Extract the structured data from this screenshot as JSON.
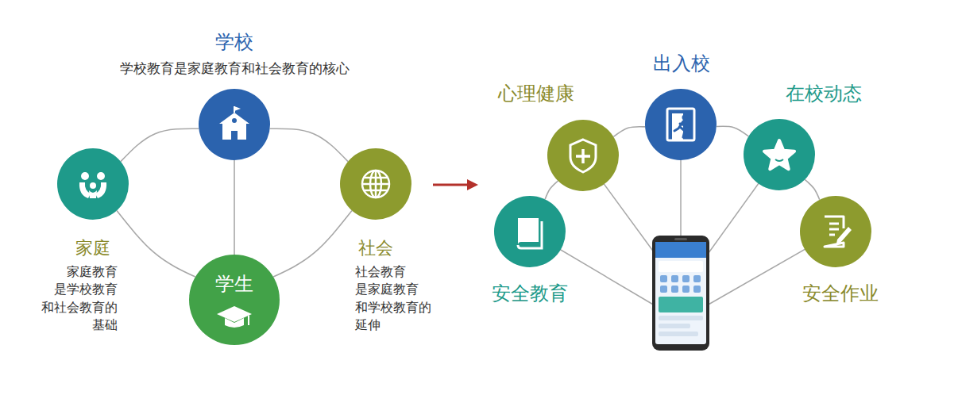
{
  "diagram": {
    "nodes": [
      {
        "text": [
          "学校",
          "学校教育是家庭教育和社会教育的核心"
        ]
      },
      {
        "text": [
          "家庭",
          "家庭教育 是学校教育 和社会教育的 基础"
        ]
      },
      {
        "text": [
          "社会",
          "社会教育 是家庭教育 和学校教育的 延伸"
        ]
      },
      {
        "text": [
          "学生"
        ]
      },
      {
        "text": [
          "心理健康"
        ]
      },
      {
        "text": [
          "出入校"
        ]
      },
      {
        "text": [
          "在校动态"
        ]
      },
      {
        "text": [
          "安全教育"
        ]
      },
      {
        "text": [
          "安全作业"
        ]
      }
    ],
    "edges": [
      {
        "from": 0,
        "to": 1,
        "arrow": "none"
      },
      {
        "from": 0,
        "to": 2,
        "arrow": "none"
      },
      {
        "from": 0,
        "to": 3,
        "arrow": "none"
      },
      {
        "from": 1,
        "to": 3,
        "arrow": "none"
      },
      {
        "from": 2,
        "to": 3,
        "arrow": "none"
      },
      {
        "from": 7,
        "to": 4,
        "arrow": "none"
      },
      {
        "from": 4,
        "to": 5,
        "arrow": "none"
      },
      {
        "from": 5,
        "to": 6,
        "arrow": "none"
      },
      {
        "from": 6,
        "to": 8,
        "arrow": "none"
      }
    ]
  }
}
